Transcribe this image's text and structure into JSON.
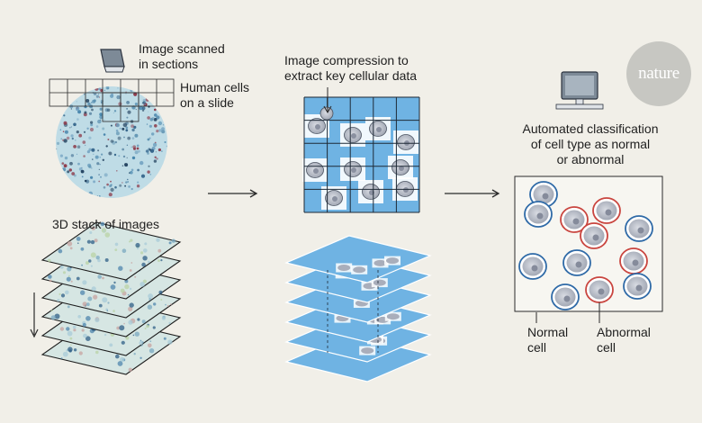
{
  "step1": {
    "scan_label": "Image scanned\nin sections",
    "cells_label": "Human cells\non a slide",
    "stack_label": "3D stack of images"
  },
  "step2": {
    "compression_label": "Image compression to\nextract key cellular data"
  },
  "step3": {
    "classification_label": "Automated classification\nof cell type as normal\nor abnormal",
    "normal_label": "Normal\ncell",
    "abnormal_label": "Abnormal\ncell"
  },
  "logo": {
    "text": "nature"
  },
  "colors": {
    "background": "#f1efe8",
    "tile_blue": "#6fb3e3",
    "normal_outline": "#2f6aa7",
    "abnormal_outline": "#c9453f",
    "cell_gray": "#b8bcc6",
    "logo_gray": "#c7c7c2"
  }
}
